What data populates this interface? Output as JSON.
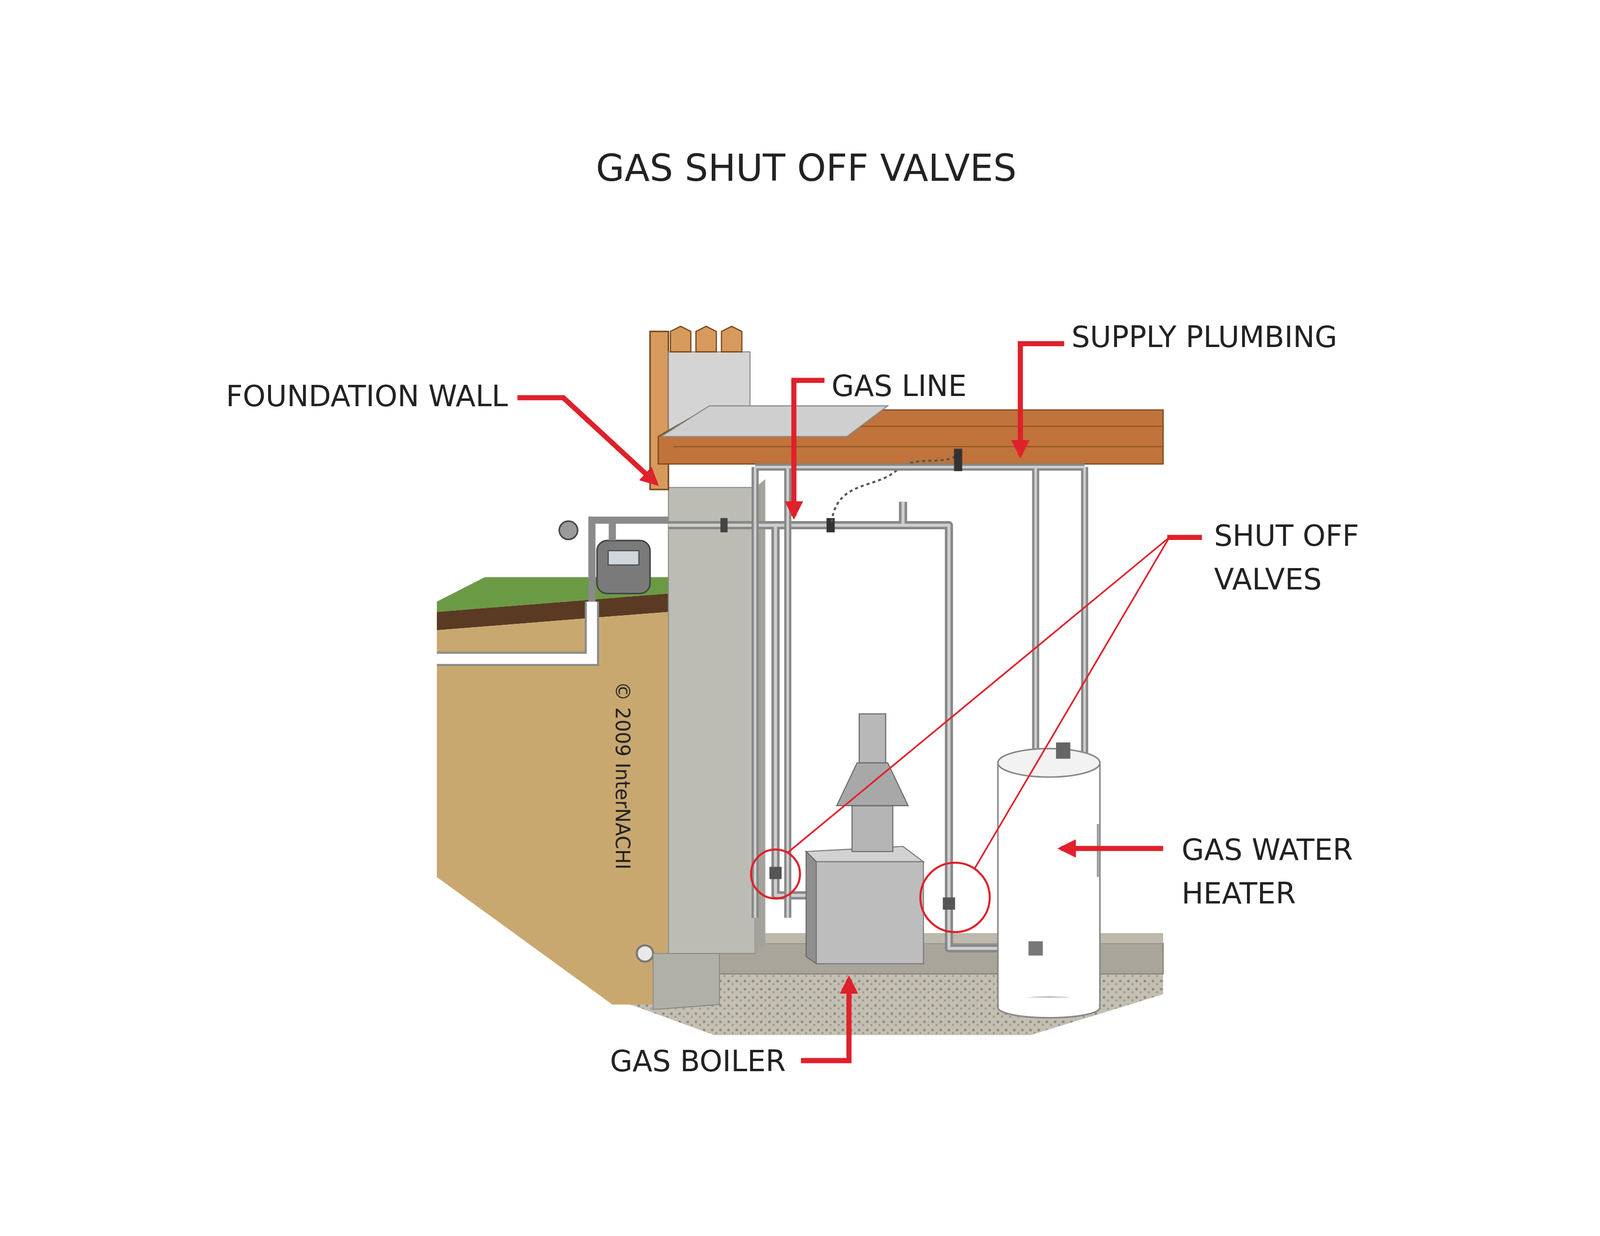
{
  "diagram": {
    "title": "GAS SHUT OFF VALVES",
    "labels": [
      "SUPPLY PLUMBING",
      "GAS LINE",
      "FOUNDATION WALL",
      "SHUT OFF VALVES",
      "© 2009 InterNACHI",
      "GAS WATER HEATER",
      "GAS BOILER"
    ]
  }
}
